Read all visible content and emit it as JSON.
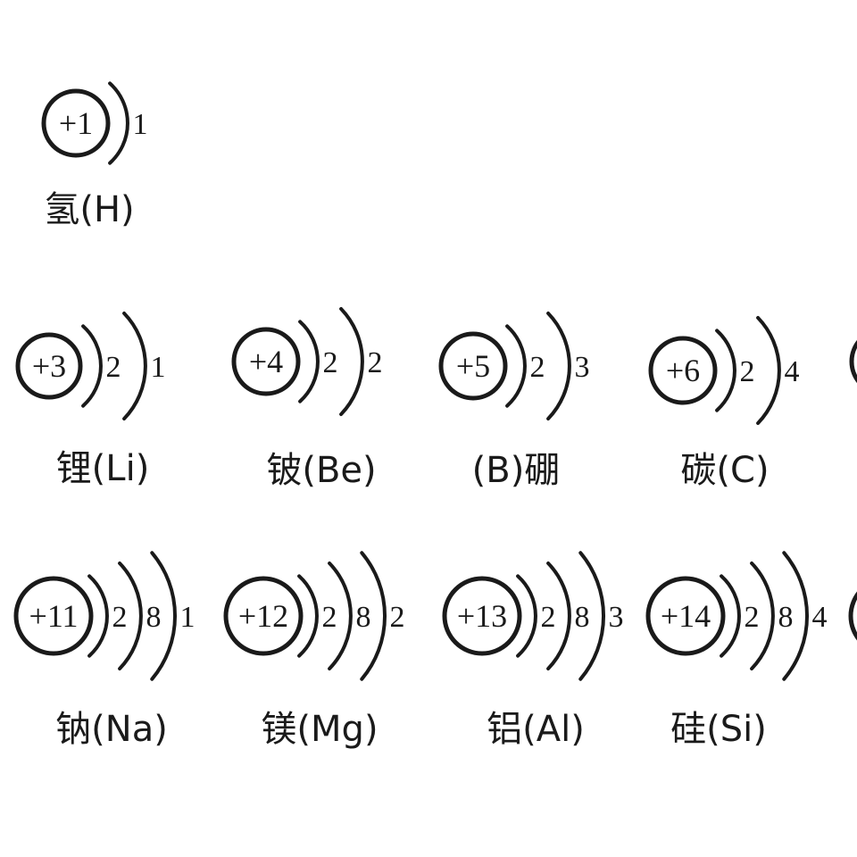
{
  "atoms": [
    {
      "nucleus": "+1",
      "shells": [
        "1"
      ],
      "name": "氢(H)"
    },
    {
      "nucleus": "+3",
      "shells": [
        "2",
        "1"
      ],
      "name": "锂(Li)"
    },
    {
      "nucleus": "+4",
      "shells": [
        "2",
        "2"
      ],
      "name": "铍(Be)"
    },
    {
      "nucleus": "+5",
      "shells": [
        "2",
        "3"
      ],
      "name": "(B)硼"
    },
    {
      "nucleus": "+6",
      "shells": [
        "2",
        "4"
      ],
      "name": "碳(C)"
    },
    {
      "nucleus": "+11",
      "shells": [
        "2",
        "8",
        "1"
      ],
      "name": "钠(Na)"
    },
    {
      "nucleus": "+12",
      "shells": [
        "2",
        "8",
        "2"
      ],
      "name": "镁(Mg)"
    },
    {
      "nucleus": "+13",
      "shells": [
        "2",
        "8",
        "3"
      ],
      "name": "铝(Al)"
    },
    {
      "nucleus": "+14",
      "shells": [
        "2",
        "8",
        "4"
      ],
      "name": "硅(Si)"
    }
  ],
  "partial_atoms": [
    {
      "shells": []
    },
    {
      "shells": []
    }
  ]
}
